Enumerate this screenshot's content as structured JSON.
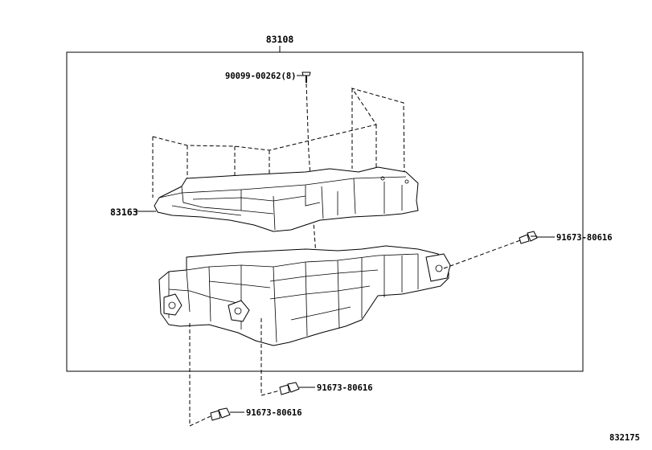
{
  "labels": {
    "assembly": "83108",
    "screw_top": "90099-00262(8)",
    "cover": "83163",
    "bolt_right": "91673-80616",
    "bolt_mid": "91673-80616",
    "bolt_bottom": "91673-80616",
    "diagram_code": "832175"
  }
}
